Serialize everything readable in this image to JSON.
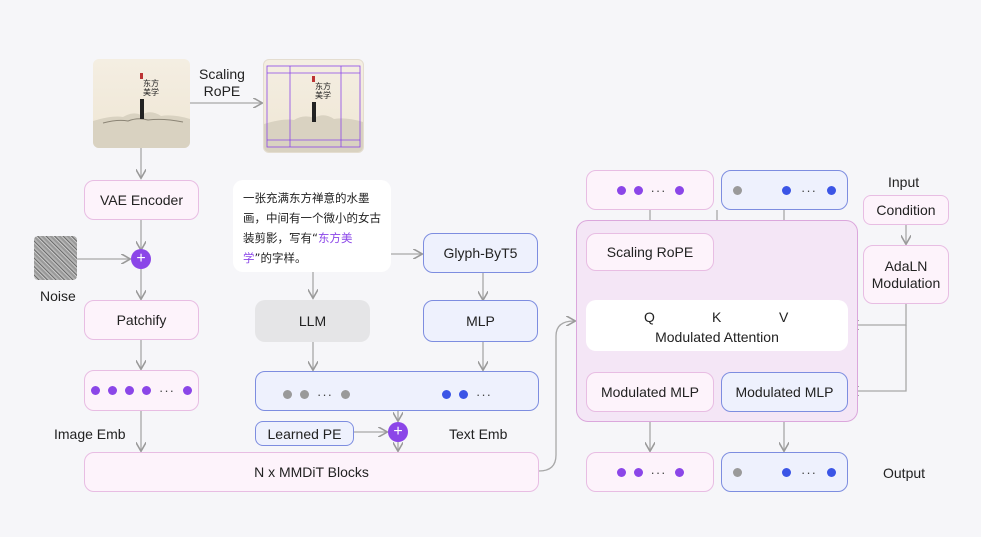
{
  "images": {
    "source_caption": [
      "东方",
      "美学"
    ],
    "rope_caption": [
      "东方",
      "美学"
    ],
    "scaling_rope_label_line1": "Scaling",
    "scaling_rope_label_line2": "RoPE"
  },
  "left_column": {
    "vae_encoder": "VAE Encoder",
    "noise": "Noise",
    "patchify": "Patchify",
    "image_emb": "Image Emb"
  },
  "text_branch": {
    "prompt_part1": "一张充满东方禅意的水墨画，中间有一个微小的女古装剪影，写有“",
    "prompt_highlight": "东方美学",
    "prompt_part2": "”的字样。",
    "llm": "LLM",
    "glyph": "Glyph-ByT5",
    "mlp": "MLP",
    "learned_pe": "Learned PE",
    "text_emb": "Text Emb",
    "ellipsis": "···"
  },
  "mmdit": {
    "blocks": "N x MMDiT Blocks"
  },
  "right_block": {
    "input": "Input",
    "condition": "Condition",
    "adaln_line1": "AdaLN",
    "adaln_line2": "Modulation",
    "scaling_rope": "Scaling RoPE",
    "q": "Q",
    "k": "K",
    "v": "V",
    "modulated_attention": "Modulated Attention",
    "modulated_mlp_left": "Modulated MLP",
    "modulated_mlp_right": "Modulated MLP",
    "output": "Output",
    "ellipsis": "···"
  },
  "colors": {
    "purple": "#8b46e8",
    "blue": "#3b55e6",
    "pink_border": "#e8bde3",
    "blue_border": "#7d8de0"
  }
}
